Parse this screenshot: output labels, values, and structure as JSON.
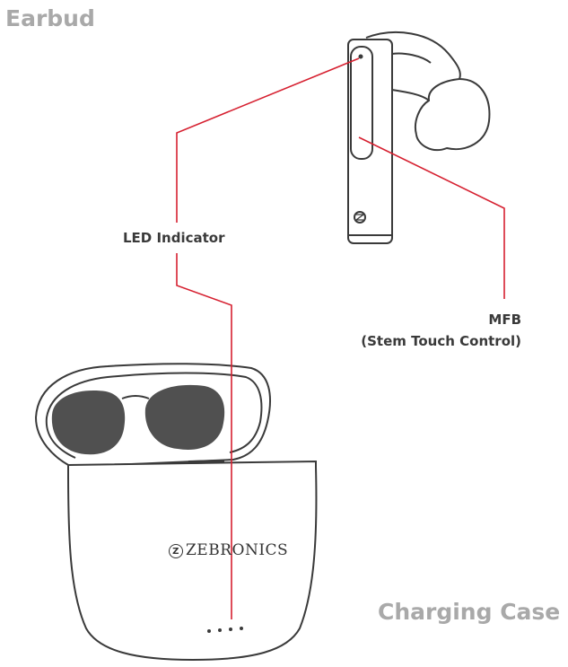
{
  "titles": {
    "earbud": "Earbud",
    "charging_case": "Charging Case"
  },
  "callouts": {
    "led_indicator": "LED Indicator",
    "mfb_line1": "MFB",
    "mfb_line2": "(Stem Touch Control)"
  },
  "case": {
    "brand": "ZEBRONICS"
  },
  "colors": {
    "callout_line": "#d62030",
    "outline": "#3a3a3a",
    "title_gray": "#a9a9a9",
    "earbud_recess": "#505050"
  }
}
